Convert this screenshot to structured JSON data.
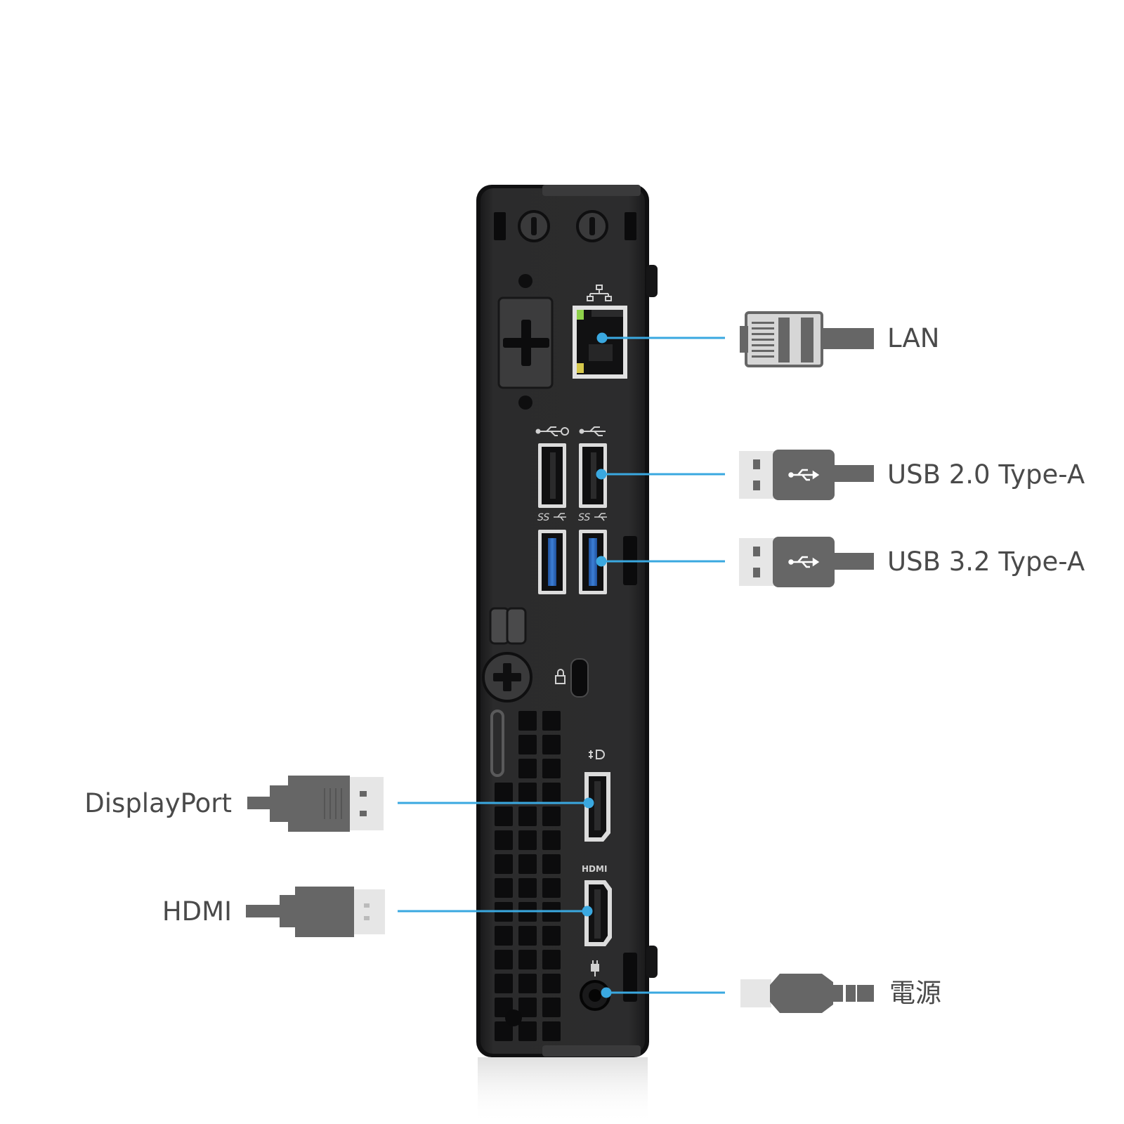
{
  "labels": {
    "lan": "LAN",
    "usb2": "USB 2.0 Type-A",
    "usb3": "USB 3.2 Type-A",
    "displayport": "DisplayPort",
    "hdmi": "HDMI",
    "power": "電源"
  },
  "icons": {
    "usb": "usb-icon",
    "usb_superspeed": "usb-superspeed-icon",
    "network": "network-icon",
    "lock": "lock-icon",
    "displayport": "displayport-icon",
    "power": "power-icon"
  },
  "port_markings": {
    "usb_superspeed": "SS",
    "hdmi": "HDMI"
  },
  "colors": {
    "chassis": "#2a2a2b",
    "chassis_edge": "#121213",
    "callout_line": "#3aa8e0",
    "usb3_blue": "#2f6fc4",
    "cable_gray": "#666666",
    "label_text": "#4a4a4a"
  }
}
